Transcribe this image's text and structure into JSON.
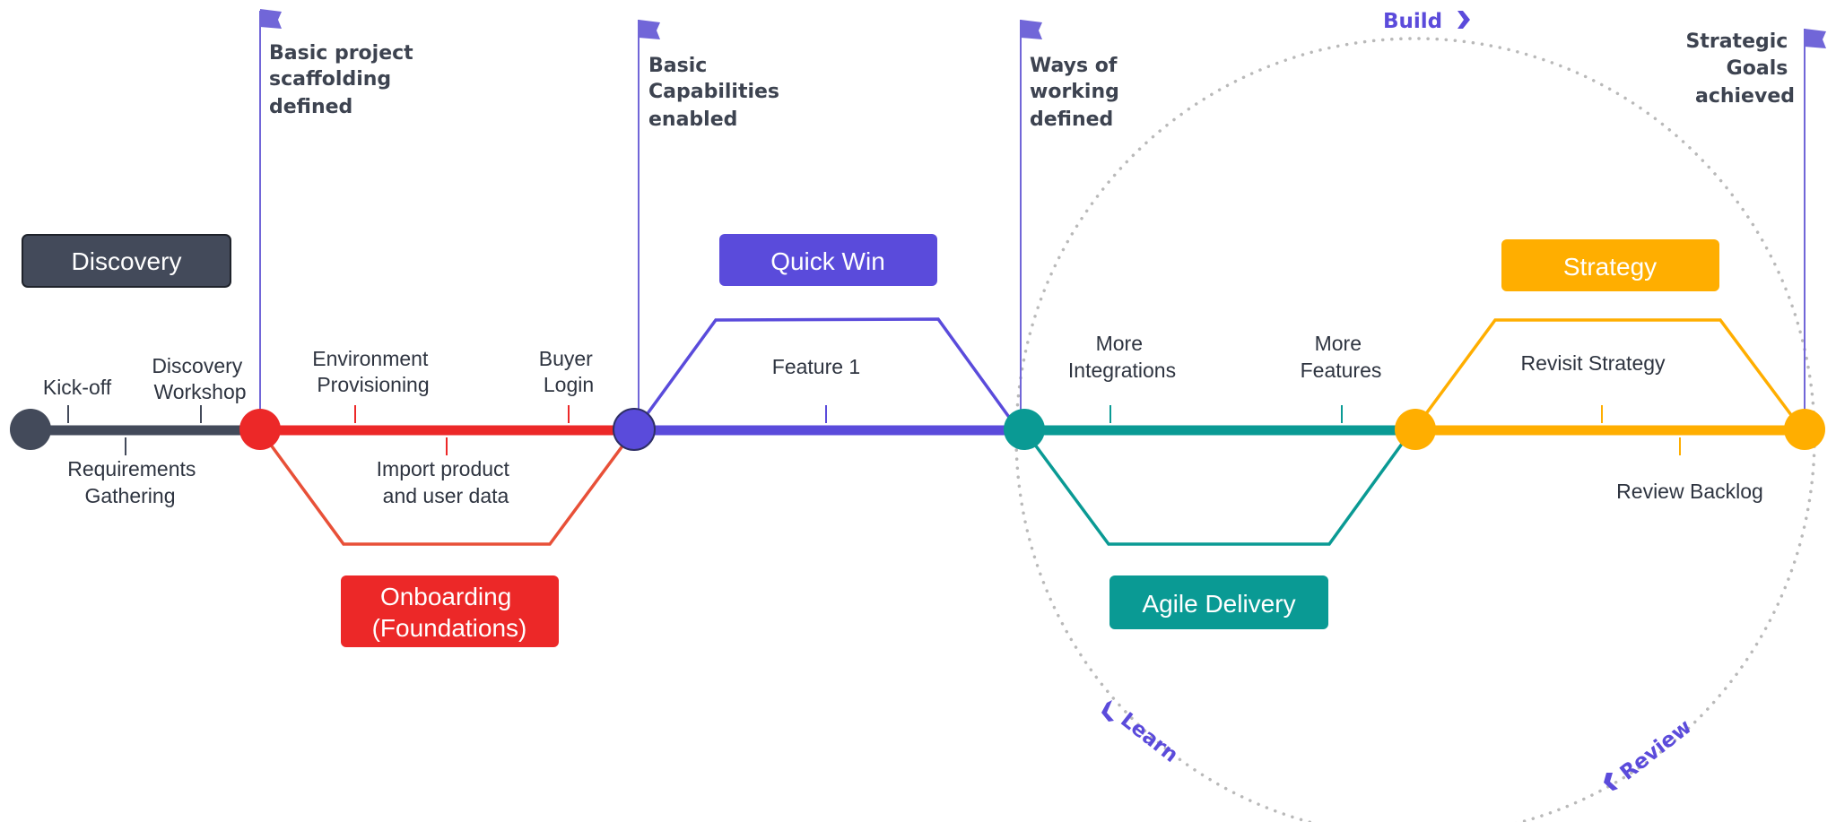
{
  "colors": {
    "discovery": "#434a5a",
    "onboarding": "#ec2828",
    "onboarding_branch": "#e85038",
    "quickwin": "#5a4bdb",
    "agile": "#0a9a94",
    "strategy": "#ffae00",
    "flag": "#7166d8",
    "cycle": "#5b4bdb",
    "circle": "#b9b9b9"
  },
  "phases": {
    "discovery": "Discovery",
    "onboarding": [
      "Onboarding",
      "(Foundations)"
    ],
    "quickwin": "Quick Win",
    "agile": "Agile Delivery",
    "strategy": "Strategy"
  },
  "milestones": {
    "m1": [
      "Basic project",
      "scaffolding",
      "defined"
    ],
    "m2": [
      "Basic",
      "Capabilities",
      "enabled"
    ],
    "m3": [
      "Ways of",
      "working",
      "defined"
    ],
    "m4": [
      "Strategic",
      "Goals",
      "achieved"
    ]
  },
  "steps": {
    "kickoff": [
      "Kick-off"
    ],
    "requirements": [
      "Requirements",
      "Gathering"
    ],
    "discovery_workshop": [
      "Discovery",
      "Workshop"
    ],
    "environment": [
      "Environment",
      "Provisioning"
    ],
    "import": [
      "Import product",
      "and user data"
    ],
    "buyer_login": [
      "Buyer",
      "Login"
    ],
    "feature1": [
      "Feature 1"
    ],
    "more_integrations": [
      "More",
      "Integrations"
    ],
    "more_features": [
      "More",
      "Features"
    ],
    "revisit_strategy": [
      "Revisit Strategy"
    ],
    "review_backlog": [
      "Review Backlog"
    ]
  },
  "cycle": {
    "build": "Build",
    "learn": "Learn",
    "review": "Review"
  }
}
